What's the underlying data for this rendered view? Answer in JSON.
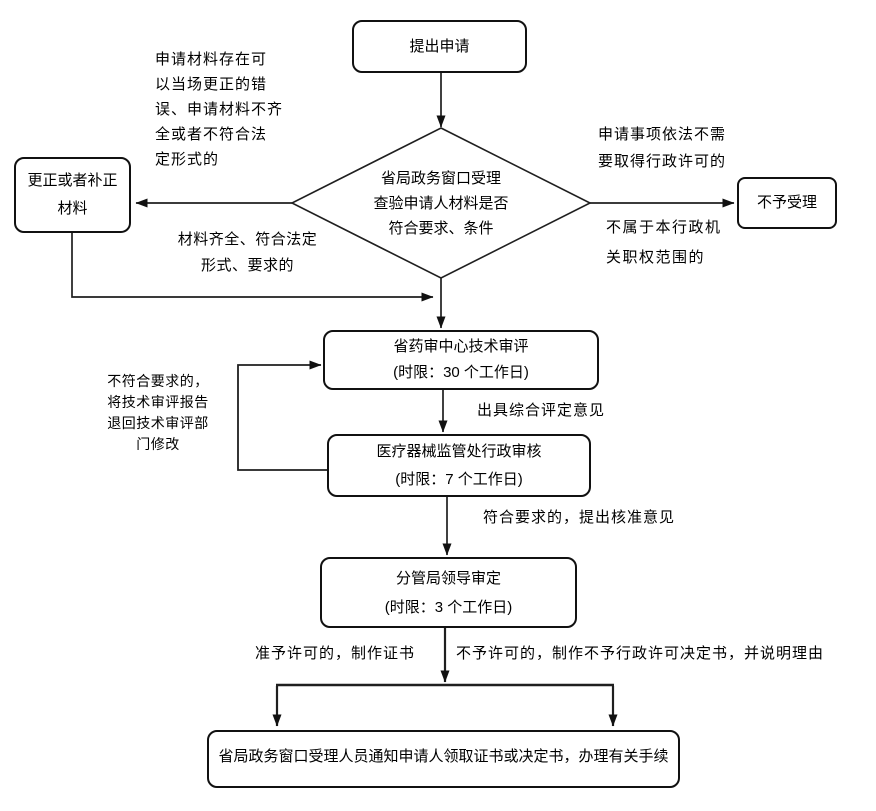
{
  "colors": {
    "line": "#1f1f1f",
    "box_border": "#111111",
    "background": "#ffffff",
    "text": "#000000"
  },
  "nodes": {
    "start": {
      "lines": [
        "提出申请"
      ]
    },
    "decision": {
      "lines": [
        "省局政务窗口受理",
        "查验申请人材料是否",
        "符合要求、条件"
      ]
    },
    "correct": {
      "lines": [
        "更正或者补正",
        "材料"
      ]
    },
    "reject": {
      "lines": [
        "不予受理"
      ]
    },
    "tech": {
      "lines": [
        "省药审中心技术审评",
        "(时限：30 个工作日)"
      ]
    },
    "admin": {
      "lines": [
        "医疗器械监管处行政审核",
        "(时限：7 个工作日)"
      ]
    },
    "leader": {
      "lines": [
        "分管局领导审定",
        "(时限：3 个工作日)"
      ]
    },
    "notify": {
      "lines": [
        "省局政务窗口受理人员通知申请人领取证书或决定书，办理有关手续"
      ]
    }
  },
  "edge_labels": {
    "correctable_error": [
      "申请材料存在可",
      "以当场更正的错",
      "误、申请材料不齐",
      "全或者不符合法",
      "定形式的"
    ],
    "no_permit_needed": [
      "申请事项依法不需",
      "要取得行政许可的"
    ],
    "materials_complete": [
      "材料齐全、符合法定",
      "形式、要求的"
    ],
    "not_in_scope": [
      "不属于本行政机",
      "关职权范围的"
    ],
    "return_for_revision": [
      "不符合要求的，",
      "将技术审评报告",
      "退回技术审评部",
      "门修改"
    ],
    "evaluation_opinion": "出具综合评定意见",
    "approval_opinion": "符合要求的，提出核准意见",
    "grant_license": "准予许可的，制作证书",
    "deny_license": "不予许可的，制作不予行政许可决定书，并说明理由"
  }
}
